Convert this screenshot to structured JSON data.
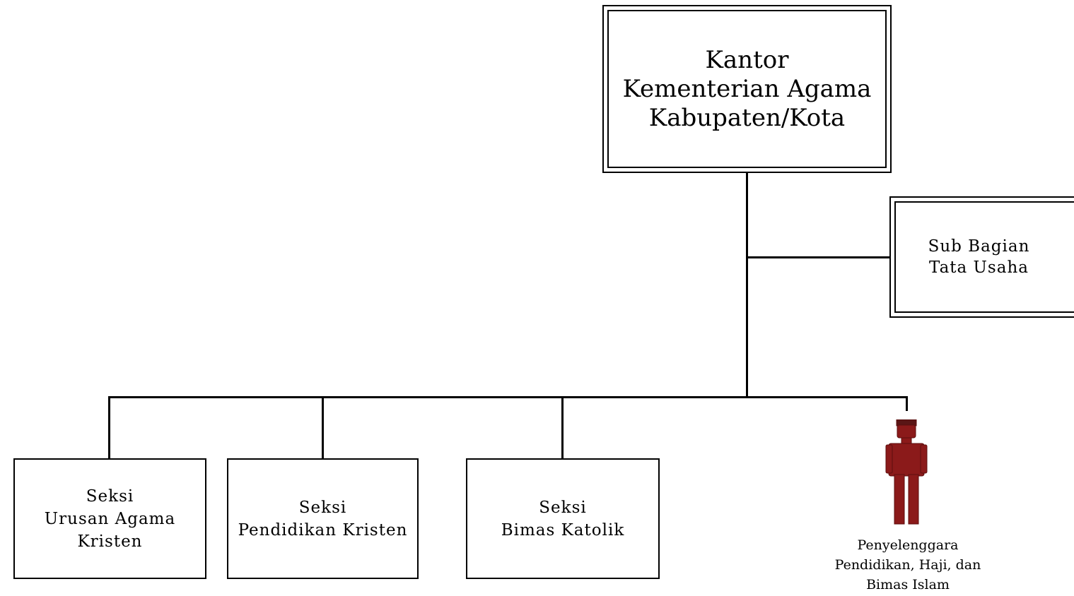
{
  "org_chart": {
    "head": {
      "lines": [
        "Kantor",
        "Kementerian Agama",
        "Kabupaten/Kota"
      ]
    },
    "staff_unit": {
      "lines": [
        "Sub Bagian",
        "Tata Usaha"
      ]
    },
    "sections": [
      {
        "lines": [
          "Seksi",
          "Urusan Agama",
          "Kristen"
        ]
      },
      {
        "lines": [
          "Seksi",
          "Pendidikan Kristen"
        ]
      },
      {
        "lines": [
          "Seksi",
          "Bimas Katolik"
        ]
      }
    ],
    "person_unit": {
      "icon": "person-icon",
      "color": "#8B1A1A",
      "lines": [
        "Penyelenggara",
        "Pendidikan, Haji, dan",
        "Bimas Islam"
      ]
    }
  }
}
